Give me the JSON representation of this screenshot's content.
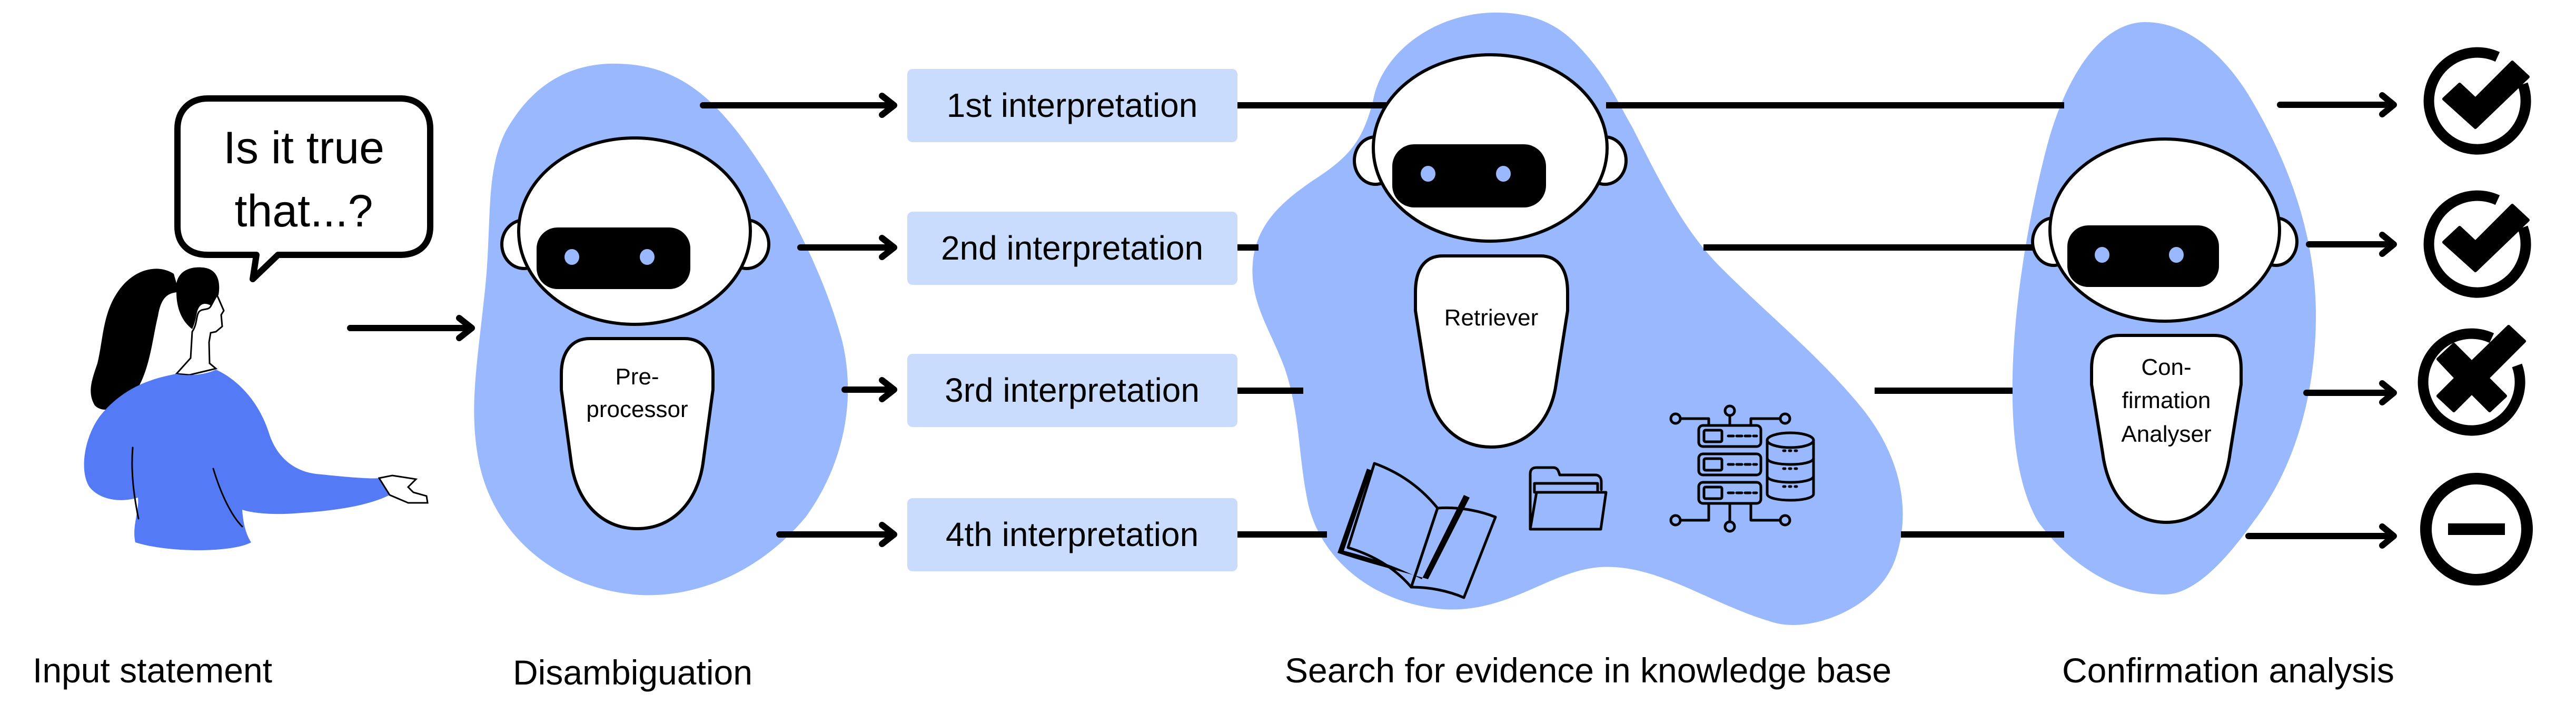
{
  "speech_bubble": {
    "line1": "Is it true",
    "line2": "that...?"
  },
  "interpretations": [
    {
      "label": "1st interpretation"
    },
    {
      "label": "2nd interpretation"
    },
    {
      "label": "3rd interpretation"
    },
    {
      "label": "4th interpretation"
    }
  ],
  "agents": {
    "preprocessor": {
      "line1": "Pre-",
      "line2": "processor"
    },
    "retriever": {
      "line1": "Retriever"
    },
    "analyser": {
      "line1": "Con-",
      "line2": "firmation",
      "line3": "Analyser"
    }
  },
  "knowledge_icons": [
    "book-icon",
    "folder-icon",
    "server-database-icon"
  ],
  "outcomes": [
    {
      "icon": "check-circle-icon",
      "meaning": "confirmed"
    },
    {
      "icon": "check-circle-icon",
      "meaning": "confirmed"
    },
    {
      "icon": "x-circle-icon",
      "meaning": "refuted"
    },
    {
      "icon": "minus-circle-icon",
      "meaning": "undecided"
    }
  ],
  "stage_labels": {
    "input": "Input statement",
    "disambiguation": "Disambiguation",
    "search": "Search for evidence in knowledge base",
    "confirmation": "Confirmation analysis"
  },
  "colors": {
    "blob": "#99b8fd",
    "interpretation_box": "#c9dcfe",
    "sweater": "#547bf5",
    "outline": "#000000"
  }
}
